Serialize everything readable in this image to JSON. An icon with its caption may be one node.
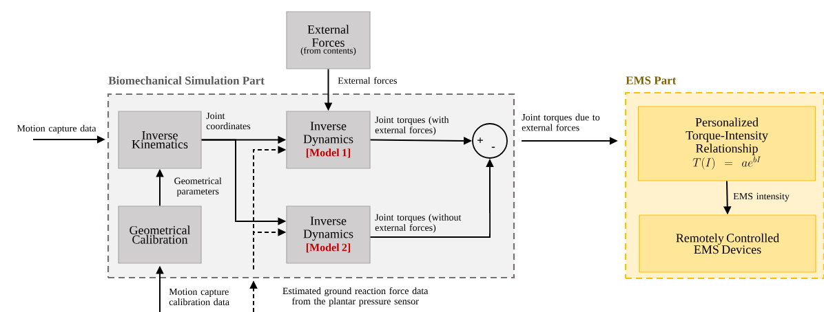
{
  "diagram": {
    "nodes": [
      {
        "text": [
          "Biomechanical Simulation Part"
        ]
      },
      {
        "text": [
          "Inverse Kinematics"
        ],
        "in": 0
      },
      {
        "text": [
          "Geometrical Calibration"
        ],
        "in": 0
      },
      {
        "text": [
          "External Forces",
          "(from contents)"
        ]
      },
      {
        "text": [
          "Inverse Dynamics",
          "[Model 1]"
        ],
        "in": 0
      },
      {
        "text": [
          "Inverse Dynamics",
          "[Model 2]"
        ],
        "in": 0
      },
      {
        "text": [
          "+",
          "-"
        ],
        "in": 0
      },
      {
        "text": [
          "EMS Part"
        ]
      },
      {
        "text": [
          "Personalized Torque-Intensity Relationship",
          "T(I) = ae^{bI}"
        ],
        "in": 7
      },
      {
        "text": [
          "Remotely Controlled EMS Devices"
        ],
        "in": 7
      }
    ],
    "edges": [
      {
        "from": null,
        "to": 0,
        "arrow": "to",
        "label": "Motion capture data"
      },
      {
        "from": 2,
        "to": 1,
        "arrow": "to",
        "label": "Geometrical parameters"
      },
      {
        "from": 1,
        "to": 4,
        "arrow": "to",
        "label": "Joint coordinates"
      },
      {
        "from": 1,
        "to": 5,
        "arrow": "to"
      },
      {
        "from": 3,
        "to": 4,
        "arrow": "to",
        "label": "External forces"
      },
      {
        "from": null,
        "to": 0,
        "arrow": "to",
        "style": "dashed",
        "label": "Estimated ground reaction force data from the plantar pressure sensor"
      },
      {
        "from": null,
        "to": 4,
        "arrow": "to",
        "style": "dashed"
      },
      {
        "from": null,
        "to": 5,
        "arrow": "to",
        "style": "dashed"
      },
      {
        "from": null,
        "to": 2,
        "arrow": "to",
        "label": "Motion capture calibration data"
      },
      {
        "from": 4,
        "to": 6,
        "arrow": "to",
        "label": "Joint torques (with external forces)"
      },
      {
        "from": 5,
        "to": 6,
        "arrow": "to",
        "label": "Joint torques (without external forces)"
      },
      {
        "from": 0,
        "to": 7,
        "arrow": "to",
        "label": "Joint torques due to external forces"
      },
      {
        "from": 8,
        "to": 9,
        "arrow": "to",
        "label": "EMS intensity"
      }
    ]
  }
}
